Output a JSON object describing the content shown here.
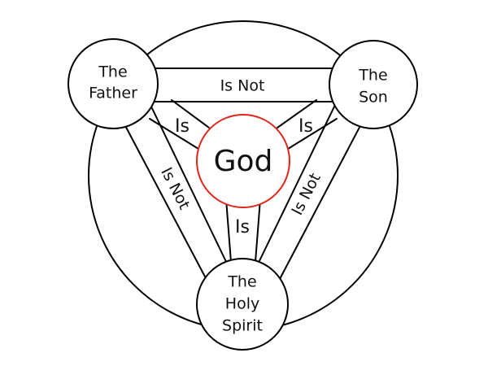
{
  "colors": {
    "stroke": "#000000",
    "center_stroke": "#e0251b",
    "background": "#ffffff"
  },
  "nodes": {
    "father": {
      "lines": [
        "The",
        "Father"
      ]
    },
    "son": {
      "lines": [
        "The",
        "Son"
      ]
    },
    "spirit": {
      "lines": [
        "The",
        "Holy",
        "Spirit"
      ]
    },
    "god": {
      "label": "God"
    }
  },
  "relations": {
    "father_son": "Is Not",
    "father_spirit": "Is Not",
    "son_spirit": "Is Not",
    "father_god": "Is",
    "son_god": "Is",
    "spirit_god": "Is"
  }
}
